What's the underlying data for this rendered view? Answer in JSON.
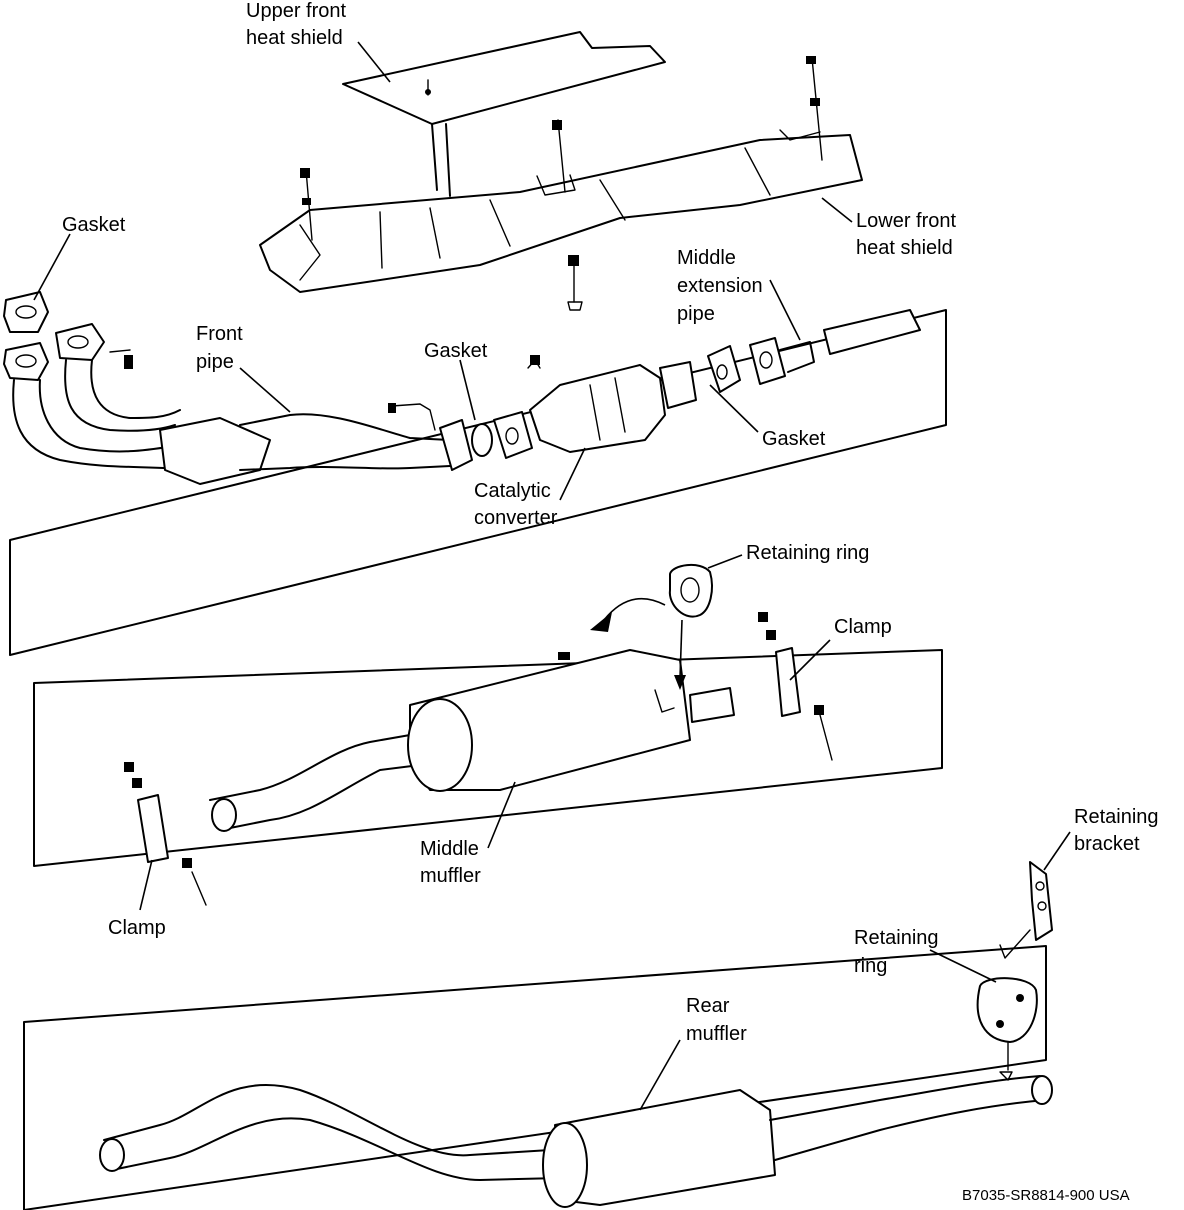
{
  "labels": {
    "upper_front_heat_shield": [
      "Upper front",
      "heat shield"
    ],
    "lower_front_heat_shield": [
      "Lower front",
      "heat shield"
    ],
    "gasket_front": "Gasket",
    "front_pipe": [
      "Front",
      "pipe"
    ],
    "gasket_converter": "Gasket",
    "middle_extension_pipe": [
      "Middle",
      "extension",
      "pipe"
    ],
    "gasket_extension": "Gasket",
    "catalytic_converter": [
      "Catalytic",
      "converter"
    ],
    "retaining_ring_middle": "Retaining ring",
    "clamp_right": "Clamp",
    "clamp_left": "Clamp",
    "middle_muffler": [
      "Middle",
      "muffler"
    ],
    "retaining_bracket": [
      "Retaining",
      "bracket"
    ],
    "retaining_ring_rear": [
      "Retaining",
      "ring"
    ],
    "rear_muffler": [
      "Rear",
      "muffler"
    ]
  },
  "figure_code": "B7035-SR8814-900 USA"
}
